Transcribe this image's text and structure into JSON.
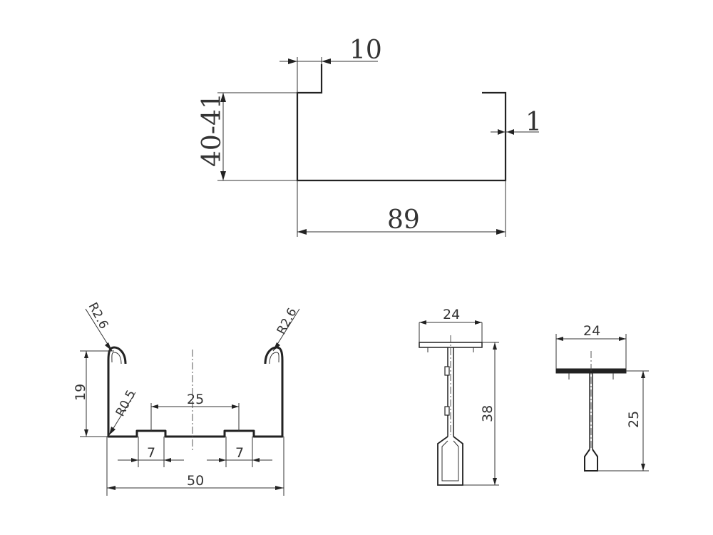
{
  "top_profile": {
    "lip_width": "10",
    "height": "40-41",
    "thickness": "1",
    "width": "89"
  },
  "c_channel": {
    "left_radius": "R2.6",
    "right_radius": "R2.6",
    "corner_radius": "R0.5",
    "height": "19",
    "groove_spacing": "25",
    "left_groove": "7",
    "right_groove": "7",
    "width": "50"
  },
  "main_tee": {
    "flange_width": "24",
    "height": "38"
  },
  "cross_tee": {
    "flange_width": "24",
    "height": "25"
  }
}
